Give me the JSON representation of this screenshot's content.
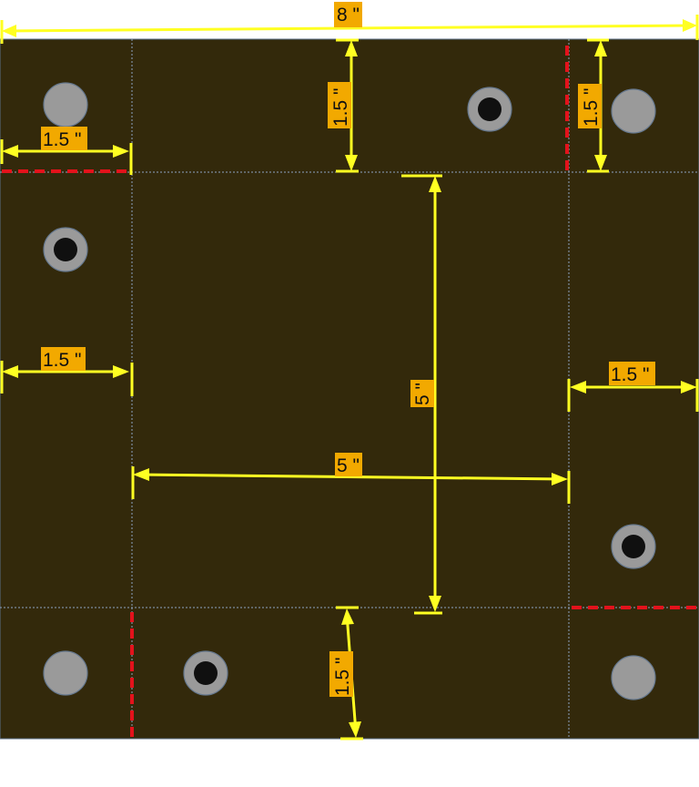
{
  "labels": {
    "overall_width": "8 \"",
    "top_flap_height": "1.5 \"",
    "top_right_flap_height": "1.5 \"",
    "left_flap_top_width": "1.5 \"",
    "left_flap_mid_width": "1.5 \"",
    "right_flap_width": "1.5 \"",
    "center_width": "5 \"",
    "center_height": "5 \"",
    "bottom_flap_height": "1.5 \""
  },
  "colors": {
    "board": "#33290b",
    "dimension": "#ffff22",
    "cut_line": "#e3121b",
    "label_background": "#f2a900",
    "fold_line": "#8ea4c0"
  },
  "holes": {
    "plain": [
      "hole",
      "hole",
      "hole",
      "hole"
    ],
    "ringed": [
      "ring-hole",
      "ring-hole",
      "ring-hole",
      "ring-hole"
    ]
  }
}
